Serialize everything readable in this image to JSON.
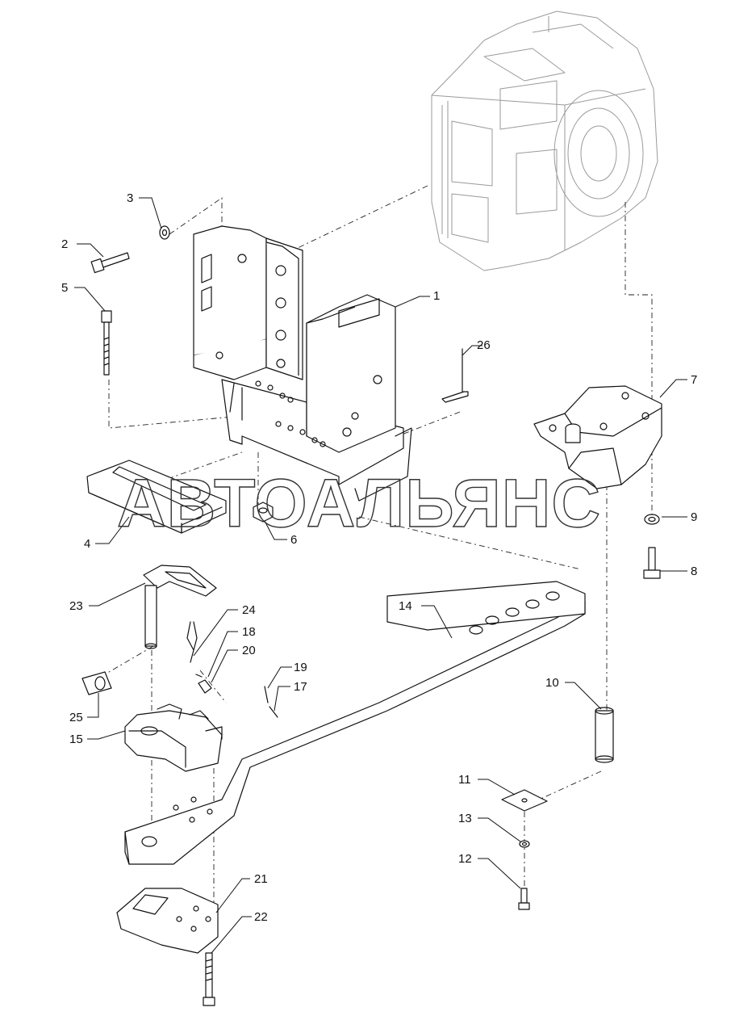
{
  "watermark": "АВТОАЛЬЯНС",
  "callouts": {
    "c1": "1",
    "c2": "2",
    "c3": "3",
    "c4": "4",
    "c5": "5",
    "c6": "6",
    "c7": "7",
    "c8": "8",
    "c9": "9",
    "c10": "10",
    "c11": "11",
    "c12": "12",
    "c13": "13",
    "c14": "14",
    "c15": "15",
    "c17": "17",
    "c18": "18",
    "c19": "19",
    "c20": "20",
    "c21": "21",
    "c22": "22",
    "c23": "23",
    "c24": "24",
    "c25": "25",
    "c26": "26"
  }
}
